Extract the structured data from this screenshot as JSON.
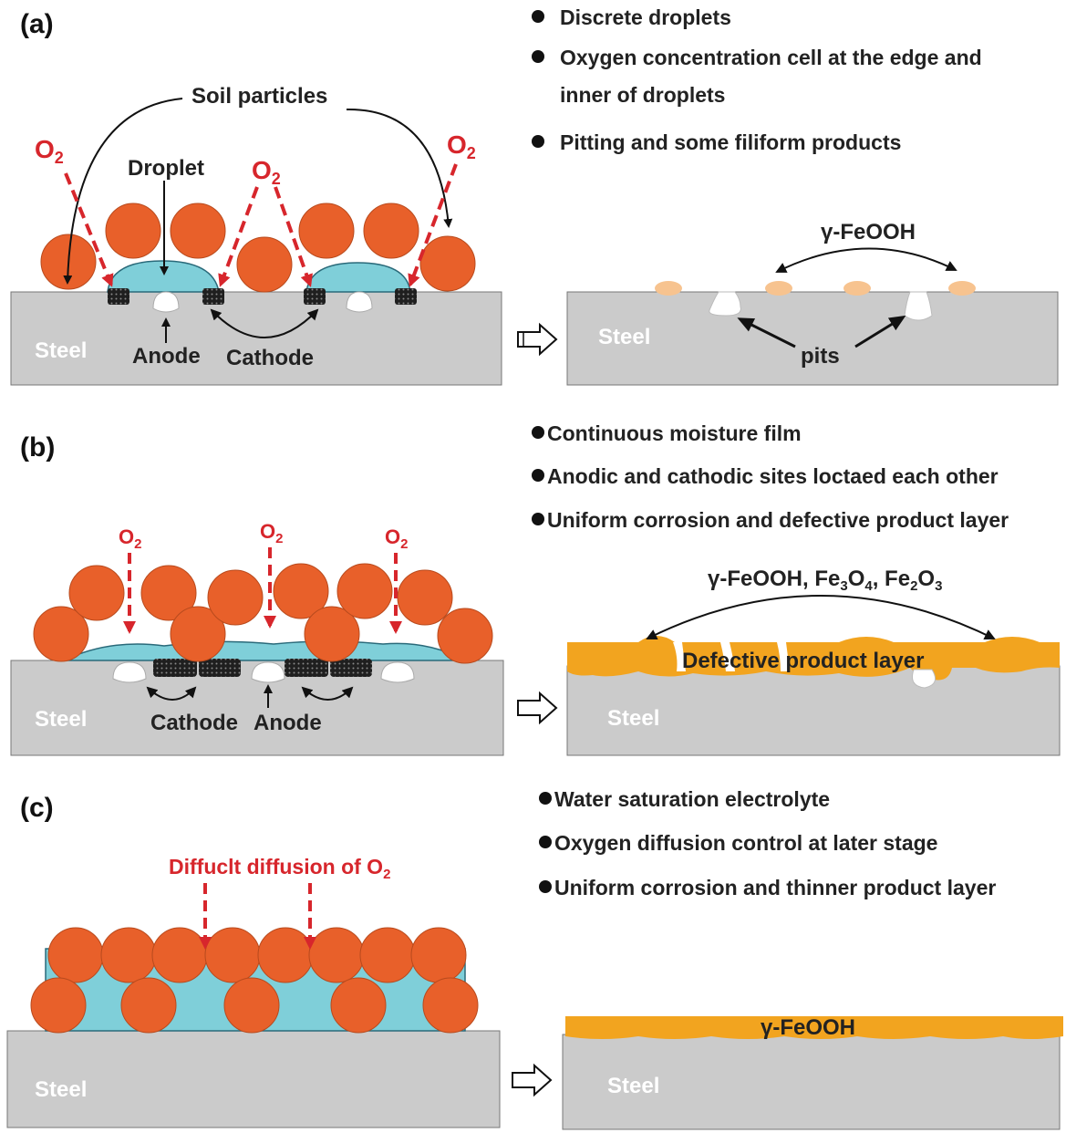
{
  "colors": {
    "particle": "#e8602a",
    "droplet": "#7fcfd9",
    "steel": "#cbcbcb",
    "product": "#f2a41f",
    "oxygen_arrow": "#d7262c",
    "site": "#1f1f1f",
    "pit": "#ffffff",
    "small_product": "#f7c38f"
  },
  "panel_a": {
    "label": "(a)",
    "bullets": [
      "Discrete droplets",
      "Oxygen concentration cell at the edge and",
      "inner of droplets",
      "Pitting and some filiform products"
    ],
    "soil_particles": "Soil particles",
    "droplet": "Droplet",
    "o2_base": "O",
    "o2_sub": "2",
    "anode": "Anode",
    "cathode": "Cathode",
    "steel": "Steel",
    "product": "γ-FeOOH",
    "pits": "pits",
    "steel_right": "Steel"
  },
  "panel_b": {
    "label": "(b)",
    "bullets": [
      "Continuous moisture film",
      "Anodic and cathodic sites loctaed each other",
      "Uniform corrosion and defective product layer"
    ],
    "o2_base": "O",
    "o2_sub": "2",
    "cathode": "Cathode",
    "anode": "Anode",
    "steel": "Steel",
    "products": {
      "p1": "γ-FeOOH, Fe",
      "s1": "3",
      "p2": "O",
      "s2": "4",
      "p3": ", Fe",
      "s3": "2",
      "p4": "O",
      "s4": "3"
    },
    "defective_layer": "Defective product layer",
    "steel_right": "Steel"
  },
  "panel_c": {
    "label": "(c)",
    "bullets": [
      "Water saturation electrolyte",
      "Oxygen diffusion control at later stage",
      "Uniform corrosion and thinner product layer"
    ],
    "diffusion_base": "Diffuclt diffusion of O",
    "diffusion_sub": "2",
    "steel": "Steel",
    "product": "γ-FeOOH",
    "steel_right": "Steel"
  }
}
